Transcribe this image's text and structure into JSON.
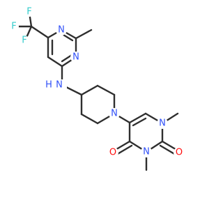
{
  "structure": {
    "atoms": {
      "F_top": {
        "text": "F",
        "color": "#33cccc"
      },
      "F_left": {
        "text": "F",
        "color": "#33cccc"
      },
      "F_bottom": {
        "text": "F",
        "color": "#33cccc"
      },
      "N_pyr_top": {
        "text": "N",
        "color": "#3050f8"
      },
      "N_pyr_bottom": {
        "text": "N",
        "color": "#3050f8"
      },
      "N_amine": {
        "text": "N",
        "color": "#3050f8"
      },
      "H_amine": {
        "text": "H",
        "color": "#3050f8"
      },
      "N_piperidine": {
        "text": "N",
        "color": "#3050f8"
      },
      "N_uracil_1": {
        "text": "N",
        "color": "#3050f8"
      },
      "N_uracil_3": {
        "text": "N",
        "color": "#3050f8"
      },
      "O_c4": {
        "text": "O",
        "color": "#ff0d0d"
      },
      "O_c2": {
        "text": "O",
        "color": "#ff0d0d"
      }
    }
  }
}
